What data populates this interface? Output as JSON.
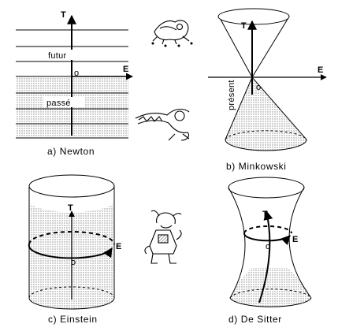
{
  "newton": {
    "time_axis": "T",
    "space_axis": "E",
    "origin": "o",
    "future": "futur",
    "past": "passé",
    "caption": "a) Newton"
  },
  "minkowski": {
    "time_axis": "T",
    "space_axis": "E",
    "origin": "o",
    "present": "présent",
    "caption": "b) Minkowski"
  },
  "einstein": {
    "time_axis": "T",
    "space_axis": "E",
    "origin": "o",
    "caption": "c) Einstein"
  },
  "de_sitter": {
    "time_axis": "T",
    "space_axis": "E",
    "origin": "o",
    "caption": "d) De Sitter"
  },
  "style": {
    "ink": "#000000",
    "shade": "#c8c8c8",
    "paper": "#ffffff"
  }
}
